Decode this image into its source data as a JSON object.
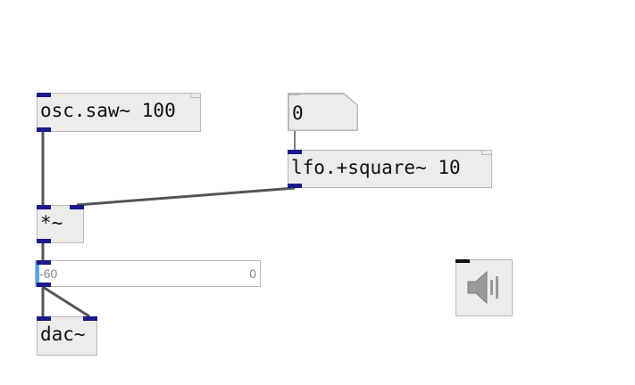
{
  "patch": {
    "osc": {
      "label": "osc.saw~ 100"
    },
    "message": {
      "label": "0"
    },
    "lfo": {
      "label": "lfo.+square~ 10"
    },
    "multiply": {
      "label": "*~"
    },
    "slider": {
      "min_label": "-60",
      "max_label": "0",
      "value": -60
    },
    "dac": {
      "label": "dac~"
    },
    "dsp_toggle": {
      "icon": "speaker-icon",
      "state": "off"
    }
  },
  "colors": {
    "object_fill": "#ececec",
    "object_border": "#b8b8b8",
    "port": "#1a1a8a",
    "cable": "#555555",
    "slider_knob": "#4fa6e8"
  }
}
